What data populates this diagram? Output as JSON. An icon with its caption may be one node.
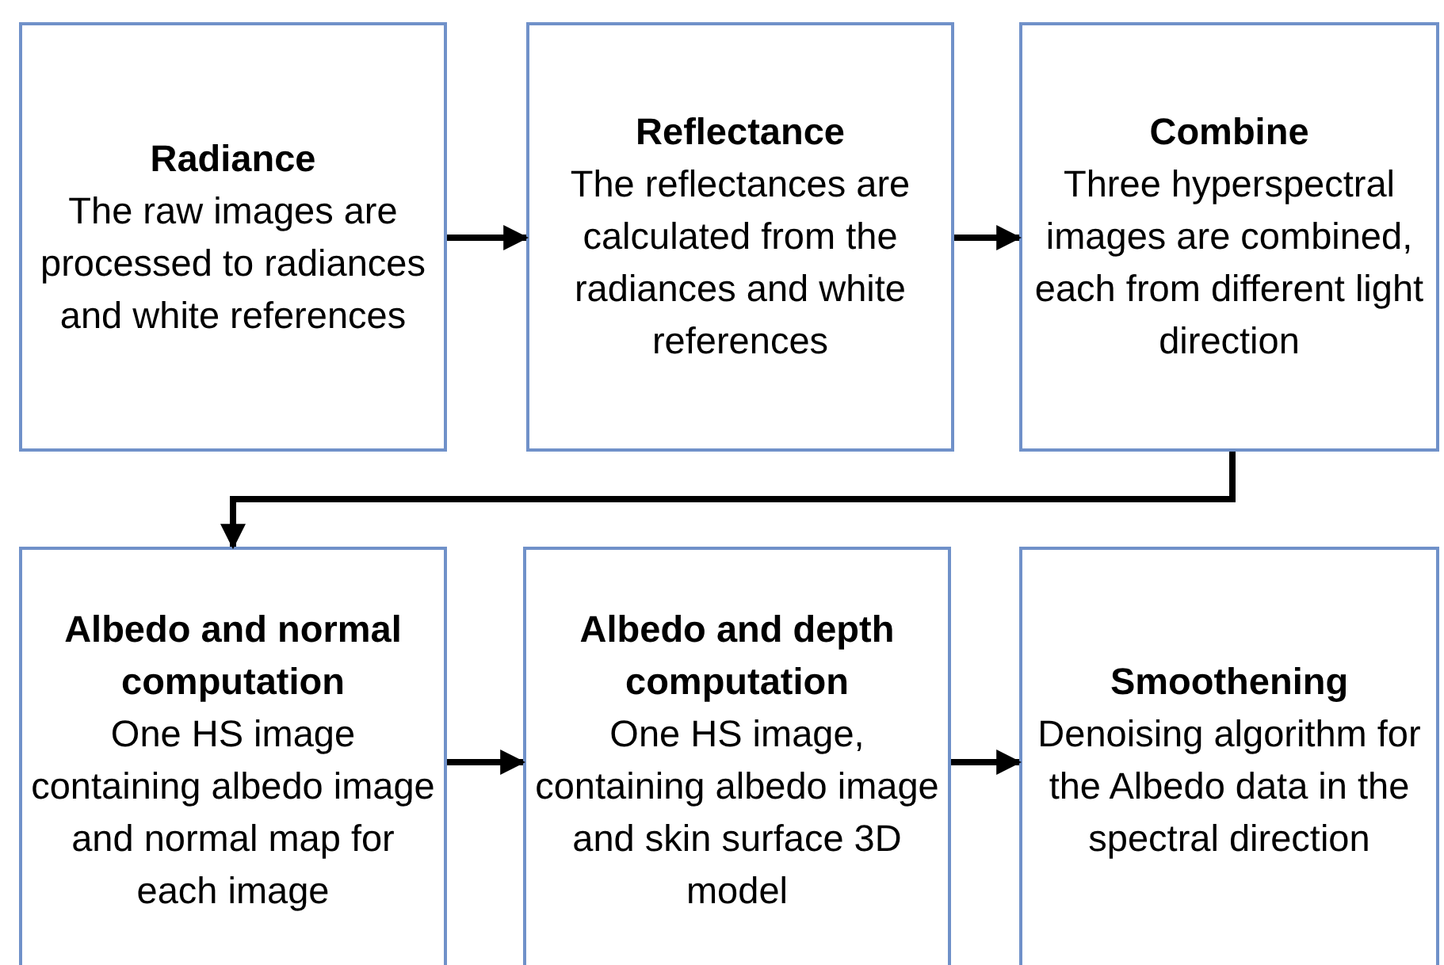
{
  "diagram": {
    "nodes": [
      {
        "text": [
          "Radiance",
          "The raw images are processed to radiances and white references"
        ]
      },
      {
        "text": [
          "Reflectance",
          "The reflectances are calculated from the radiances and white references"
        ]
      },
      {
        "text": [
          "Combine",
          "Three hyperspectral images are combined, each from different light direction"
        ]
      },
      {
        "text": [
          "Albedo and normal computation",
          "One HS image containing albedo image and normal map for each image"
        ]
      },
      {
        "text": [
          "Albedo and depth computation",
          "One HS image, containing albedo image and skin surface 3D model"
        ]
      },
      {
        "text": [
          "Smoothening",
          "Denoising algorithm for the Albedo data in the spectral direction"
        ]
      }
    ],
    "edges": [
      {
        "from": 0,
        "to": 1,
        "arrow": "to"
      },
      {
        "from": 1,
        "to": 2,
        "arrow": "to"
      },
      {
        "from": 2,
        "to": 3,
        "arrow": "to"
      },
      {
        "from": 3,
        "to": 4,
        "arrow": "to"
      },
      {
        "from": 4,
        "to": 5,
        "arrow": "to"
      }
    ]
  }
}
